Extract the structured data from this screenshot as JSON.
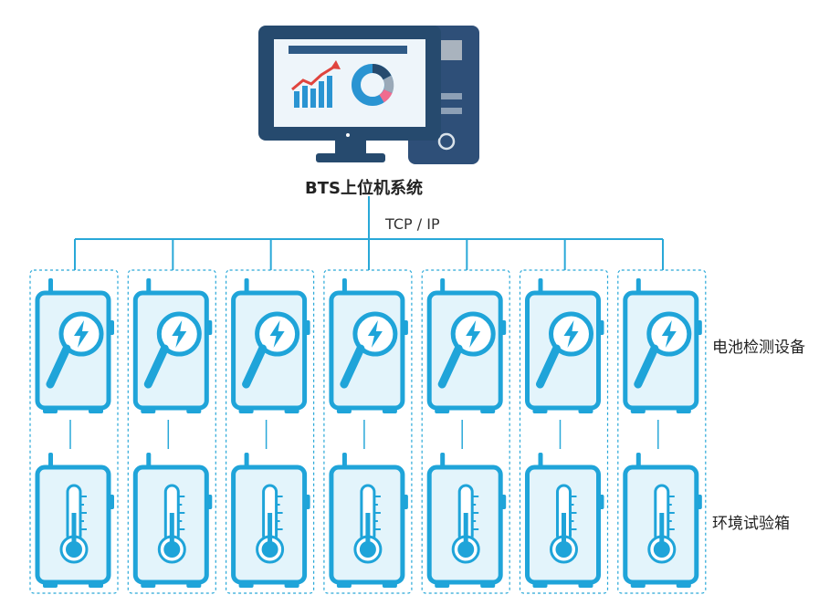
{
  "host": {
    "label": "BTS上位机系统"
  },
  "network": {
    "protocol": "TCP / IP"
  },
  "rows": {
    "tester": {
      "label": "电池检测设备",
      "icon": "battery-tester-icon"
    },
    "chamber": {
      "label": "环境试验箱",
      "icon": "thermometer-chamber-icon"
    }
  },
  "unit_count": 7,
  "colors": {
    "line": "#29a8d8",
    "device_fill": "#e3f4fb",
    "device_stroke": "#1fa4d9",
    "monitor_frame": "#264a6e",
    "monitor_screen": "#f0f4f8",
    "tower": "#2e4f78",
    "chart_red": "#e0443e",
    "chart_blue": "#2a94d2",
    "donut_accent": "#f06c8f"
  }
}
